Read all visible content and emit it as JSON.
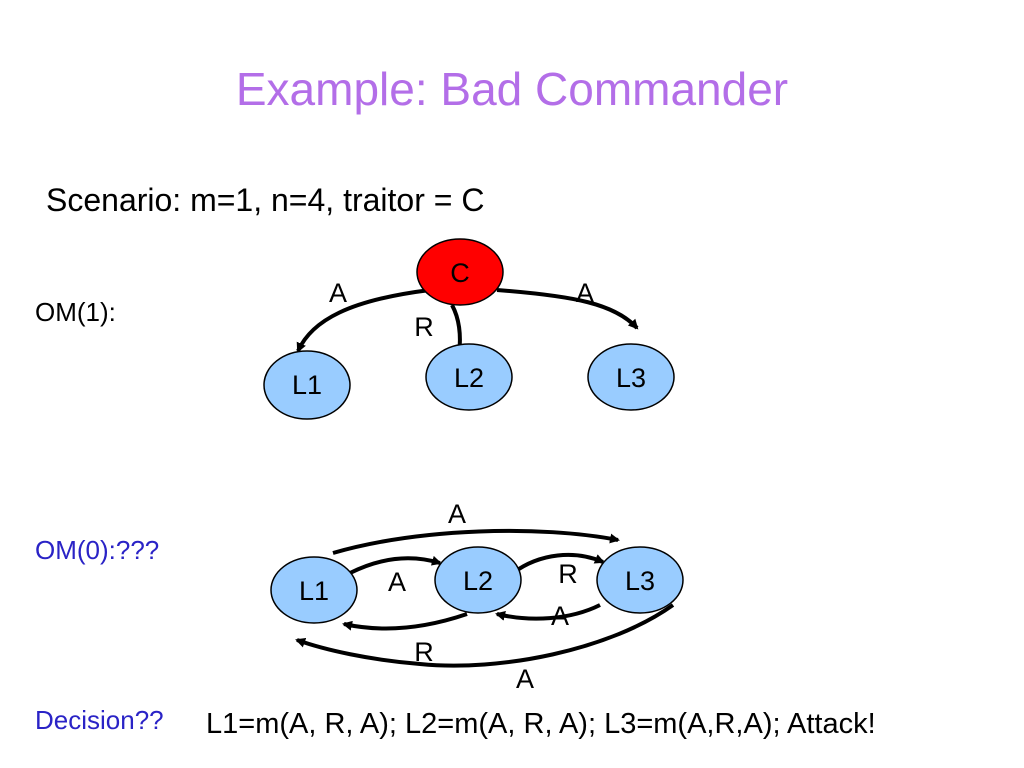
{
  "colors": {
    "title": "#b36ee8",
    "heading_blue": "#2a23c6",
    "commander_fill": "#ff0000",
    "lieutenant_fill": "#99ccff",
    "node_stroke": "#000000"
  },
  "title": "Example: Bad Commander",
  "scenario": "Scenario: m=1, n=4, traitor = C",
  "om1": {
    "label": "OM(1):",
    "nodes": {
      "c": "C",
      "l1": "L1",
      "l2": "L2",
      "l3": "L3"
    },
    "edges": {
      "c_l1": "A",
      "c_l2": "R",
      "c_l3": "A"
    }
  },
  "om0": {
    "label": "OM(0):???",
    "nodes": {
      "l1": "L1",
      "l2": "L2",
      "l3": "L3"
    },
    "edges": {
      "l1_l3": "A",
      "l1_l2": "A",
      "l2_l3": "R",
      "l3_l2": "A",
      "l2_l1": "R",
      "l3_l1": "A"
    }
  },
  "decision": {
    "label": "Decision??",
    "result": "L1=m(A, R, A); L2=m(A, R, A); L3=m(A,R,A); Attack!"
  }
}
